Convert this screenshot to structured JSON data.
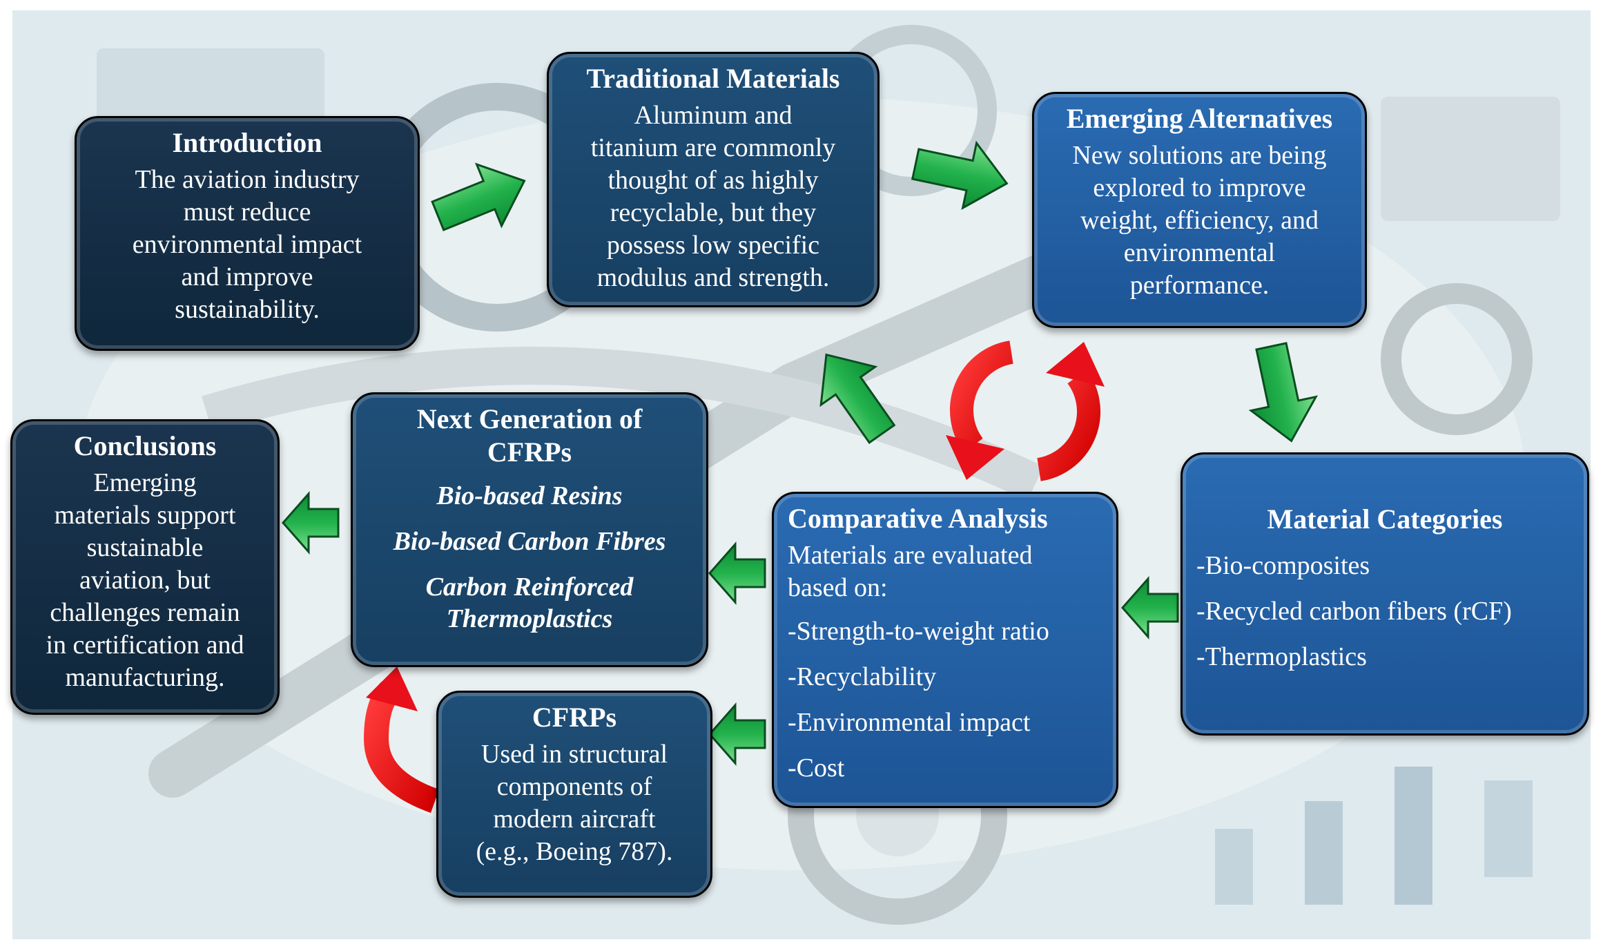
{
  "colors": {
    "box_dark": "#10283c",
    "box_mid": "#1a4467",
    "box_blue": "#215da1",
    "arrow_green": "#1fb24b",
    "cycle_red": "#e8101a"
  },
  "icons": {
    "flow_arrow": "green-arrow-icon",
    "cycle": "red-cycle-arrows-icon",
    "loop": "red-curved-arrow-icon"
  },
  "boxes": {
    "introduction": {
      "title": "Introduction",
      "lines": [
        "The aviation industry",
        "must reduce",
        "environmental impact",
        "and improve",
        "sustainability."
      ]
    },
    "traditional": {
      "title": "Traditional Materials",
      "lines": [
        "Aluminum and",
        "titanium are commonly",
        "thought of as highly",
        "recyclable, but they",
        "possess low specific",
        "modulus and strength."
      ]
    },
    "emerging": {
      "title": "Emerging Alternatives",
      "lines": [
        "New solutions are being",
        "explored to improve",
        "weight, efficiency, and",
        "environmental",
        "performance."
      ]
    },
    "categories": {
      "title": "Material Categories",
      "items": [
        "-Bio-composites",
        "-Recycled carbon fibers (rCF)",
        "-Thermoplastics"
      ]
    },
    "comparative": {
      "title": "Comparative Analysis",
      "intro": [
        "Materials are evaluated",
        "based on:"
      ],
      "items": [
        "-Strength-to-weight ratio",
        "-Recyclability",
        "-Environmental impact",
        "-Cost"
      ]
    },
    "next_gen": {
      "title_lines": [
        "Next Generation of",
        "CFRPs"
      ],
      "items": [
        "Bio-based Resins",
        "Bio-based Carbon Fibres"
      ],
      "last_item_lines": [
        "Carbon Reinforced",
        "Thermoplastics"
      ]
    },
    "cfrps": {
      "title": "CFRPs",
      "lines": [
        "Used in structural",
        "components of",
        "modern aircraft",
        "(e.g., Boeing 787)."
      ]
    },
    "conclusions": {
      "title": "Conclusions",
      "lines": [
        "Emerging",
        "materials support",
        "sustainable",
        "aviation, but",
        "challenges remain",
        "in certification and",
        "manufacturing."
      ]
    }
  }
}
